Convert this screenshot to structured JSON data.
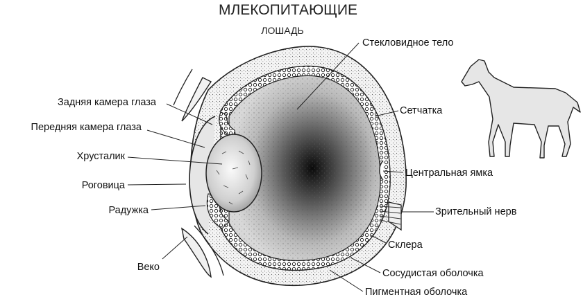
{
  "title": "МЛЕКОПИТАЮЩИЕ",
  "subtitle": "ЛОШАДЬ",
  "labels": {
    "vitreous_body": "Стекловидное тело",
    "retina": "Сетчатка",
    "fovea": "Центральная ямка",
    "optic_nerve": "Зрительный нерв",
    "sclera": "Склера",
    "choroid": "Сосудистая оболочка",
    "pigment_layer": "Пигментная оболочка",
    "posterior_chamber": "Задняя камера глаза",
    "anterior_chamber": "Передняя камера глаза",
    "lens": "Хрусталик",
    "cornea": "Роговица",
    "iris": "Радужка",
    "eyelid": "Веко"
  },
  "icons": {
    "animal": "horse-silhouette-icon"
  }
}
